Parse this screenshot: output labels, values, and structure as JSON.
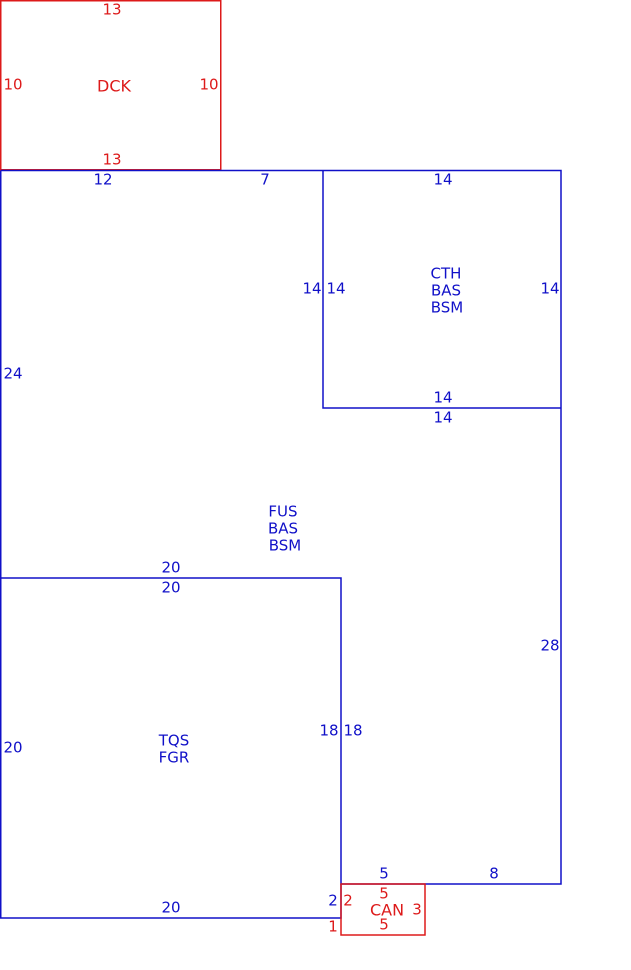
{
  "colors": {
    "blue": "#1010c8",
    "red": "#dd1a1a"
  },
  "areas": {
    "dck": {
      "code": "DCK",
      "dims": {
        "top": "13",
        "left": "10",
        "right": "10",
        "bottom": "13"
      }
    },
    "cth": {
      "codes": [
        "CTH",
        "BAS",
        "BSM"
      ],
      "dims": {
        "top": "14",
        "left_outer": "14",
        "left_inner": "14",
        "right": "14",
        "bottom_inner": "14",
        "bottom_outer": "14"
      }
    },
    "fus": {
      "codes": [
        "FUS",
        "BAS",
        "BSM"
      ],
      "dims": {
        "top_left": "12",
        "top_right": "7",
        "left": "24",
        "right": "28",
        "bottom_inner": "20",
        "bottom_right_a": "5",
        "bottom_right_b": "8"
      }
    },
    "tqs": {
      "codes": [
        "TQS",
        "FGR"
      ],
      "dims": {
        "top": "20",
        "left": "20",
        "right_outer": "18",
        "right_inner": "18",
        "bottom": "20",
        "small_a": "2",
        "small_b": "1"
      }
    },
    "can": {
      "code": "CAN",
      "dims": {
        "top": "5",
        "left": "2",
        "right": "3",
        "bottom": "5"
      }
    }
  }
}
